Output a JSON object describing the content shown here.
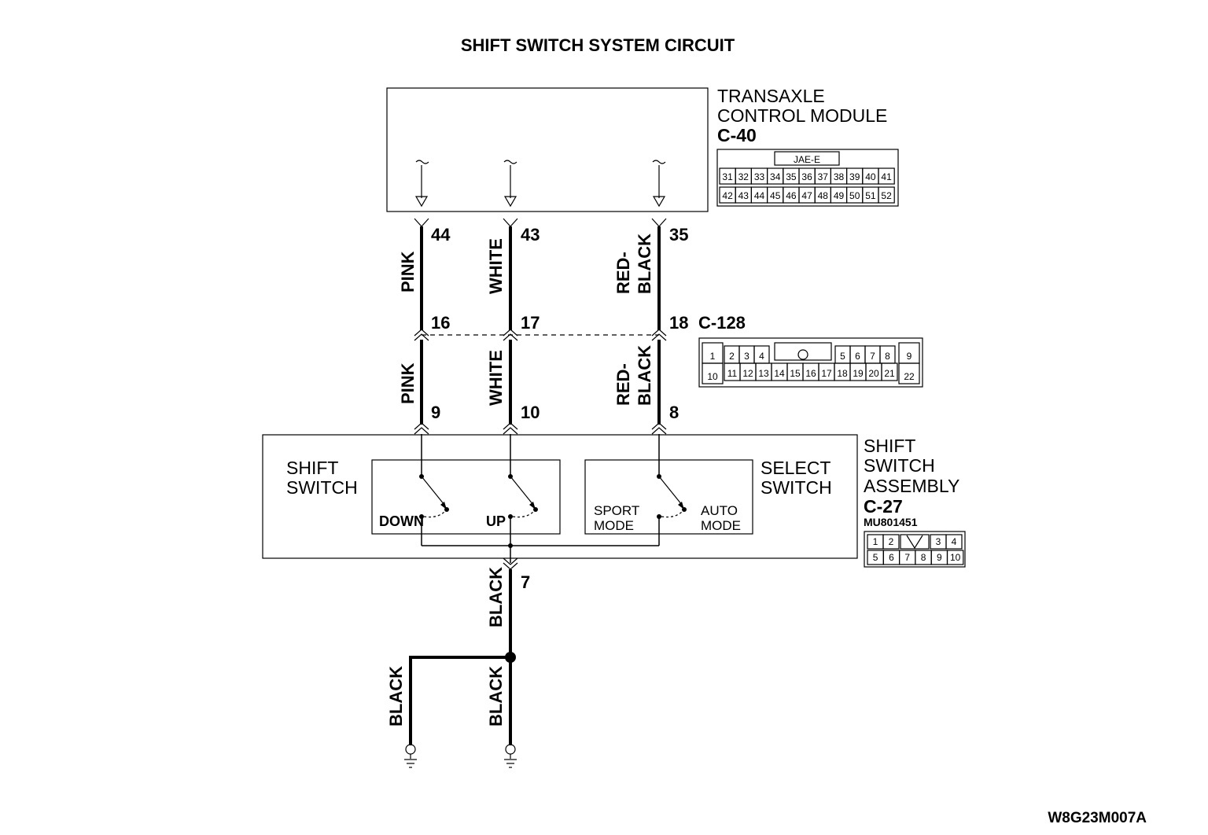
{
  "title": "SHIFT SWITCH SYSTEM CIRCUIT",
  "tcm": {
    "label_line1": "TRANSAXLE",
    "label_line2": "CONTROL MODULE",
    "connector_id": "C-40",
    "connector_type": "JAE-E",
    "connector_row1": [
      "31",
      "32",
      "33",
      "34",
      "35",
      "36",
      "37",
      "38",
      "39",
      "40",
      "41"
    ],
    "connector_row2": [
      "42",
      "43",
      "44",
      "45",
      "46",
      "47",
      "48",
      "49",
      "50",
      "51",
      "52"
    ]
  },
  "intermediate_connector": {
    "id": "C-128",
    "row1": [
      "1",
      "2",
      "3",
      "4",
      "5",
      "6",
      "7",
      "8",
      "9"
    ],
    "row2": [
      "10",
      "11",
      "12",
      "13",
      "14",
      "15",
      "16",
      "17",
      "18",
      "19",
      "20",
      "21",
      "22"
    ]
  },
  "wires": [
    {
      "color_label": "PINK",
      "tcm_pin": "44",
      "c128_pin": "16",
      "assy_pin": "9"
    },
    {
      "color_label": "WHITE",
      "tcm_pin": "43",
      "c128_pin": "17",
      "assy_pin": "10"
    },
    {
      "color_label": "RED-\nBLACK",
      "tcm_pin": "35",
      "c128_pin": "18",
      "assy_pin": "8"
    }
  ],
  "shift_switch_assembly": {
    "label_line1": "SHIFT",
    "label_line2": "SWITCH",
    "label_line3": "ASSEMBLY",
    "connector_id": "C-27",
    "part_number": "MU801451",
    "connector_row1": [
      "1",
      "2",
      "3",
      "4"
    ],
    "connector_row2": [
      "5",
      "6",
      "7",
      "8",
      "9",
      "10"
    ],
    "shift_switch_label_line1": "SHIFT",
    "shift_switch_label_line2": "SWITCH",
    "select_switch_label_line1": "SELECT",
    "select_switch_label_line2": "SWITCH",
    "down_label": "DOWN",
    "up_label": "UP",
    "sport_label_line1": "SPORT",
    "sport_label_line2": "MODE",
    "auto_label_line1": "AUTO",
    "auto_label_line2": "MODE",
    "ground_pin": "7"
  },
  "ground_wires": {
    "main_label": "BLACK",
    "branch_left_label": "BLACK",
    "branch_right_label": "BLACK"
  },
  "figure_code": "W8G23M007A"
}
